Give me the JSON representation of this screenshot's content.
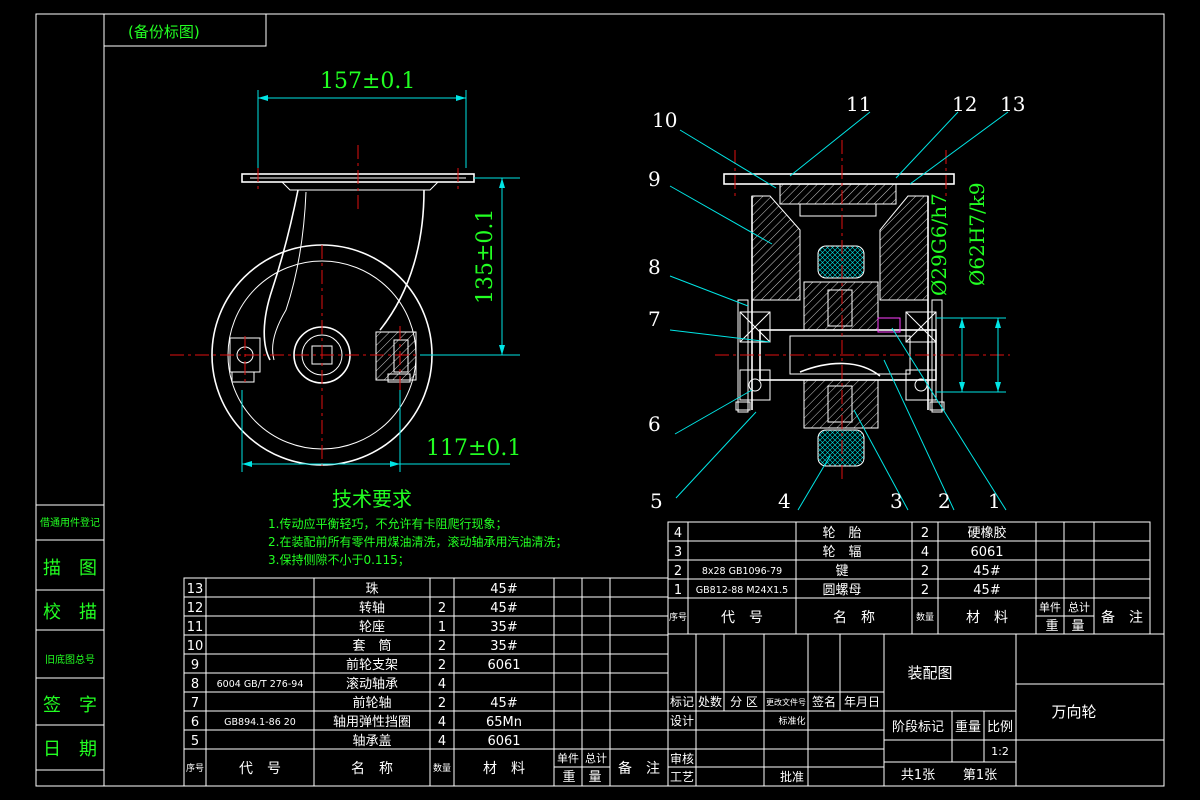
{
  "title_box": "(备份标图)",
  "side_labels": [
    "借通用件登记",
    "描　图",
    "校　描",
    "旧底图总号",
    "签　字",
    "日　期"
  ],
  "dims_side": {
    "width_top": "157±0.1",
    "height": "135±0.1",
    "offset": "117±0.1"
  },
  "dims_section": {
    "fit1": "Ø29G6/h7",
    "fit2": "Ø62H7/k9"
  },
  "balloons": [
    "1",
    "2",
    "3",
    "4",
    "5",
    "6",
    "7",
    "8",
    "9",
    "10",
    "11",
    "12",
    "13"
  ],
  "tech_req": {
    "title": "技术要求",
    "lines": [
      "1.传动应平衡轻巧，不允许有卡阻爬行现象；",
      "2.在装配前所有零件用煤油清洗，滚动轴承用汽油清洗；",
      "3.保持侧隙不小于0.115；"
    ]
  },
  "bom_right": [
    {
      "no": "4",
      "code": "",
      "name": "轮　胎",
      "qty": "2",
      "mat": "硬橡胶"
    },
    {
      "no": "3",
      "code": "",
      "name": "轮　辐",
      "qty": "4",
      "mat": "6061"
    },
    {
      "no": "2",
      "code": "8x28  GB1096-79",
      "name": "键",
      "qty": "2",
      "mat": "45#"
    },
    {
      "no": "1",
      "code": "GB812-88  M24X1.5",
      "name": "圆螺母",
      "qty": "2",
      "mat": "45#"
    }
  ],
  "bom_left": [
    {
      "no": "13",
      "code": "",
      "name": "珠",
      "qty": "",
      "mat": "45#"
    },
    {
      "no": "12",
      "code": "",
      "name": "转轴",
      "qty": "2",
      "mat": "45#"
    },
    {
      "no": "11",
      "code": "",
      "name": "轮座",
      "qty": "1",
      "mat": "35#"
    },
    {
      "no": "10",
      "code": "",
      "name": "套　筒",
      "qty": "2",
      "mat": "35#"
    },
    {
      "no": "9",
      "code": "",
      "name": "前轮支架",
      "qty": "2",
      "mat": "6061"
    },
    {
      "no": "8",
      "code": "6004 GB/T 276-94",
      "name": "滚动轴承",
      "qty": "4",
      "mat": ""
    },
    {
      "no": "7",
      "code": "",
      "name": "前轮轴",
      "qty": "2",
      "mat": "45#"
    },
    {
      "no": "6",
      "code": "GB894.1-86  20",
      "name": "轴用弹性挡圈",
      "qty": "4",
      "mat": "65Mn"
    },
    {
      "no": "5",
      "code": "",
      "name": "轴承盖",
      "qty": "4",
      "mat": "6061"
    }
  ],
  "bom_header": {
    "no": "序号",
    "code": "代　号",
    "name": "名　称",
    "qty": "数量",
    "mat": "材　料",
    "unit_w": "单件",
    "total_w": "总计",
    "weight": "重　量",
    "remark": "备　注"
  },
  "title_block": {
    "drawing_kind": "装配图",
    "part_name": "万向轮",
    "mark": "标记",
    "count": "处数",
    "zone": "分  区",
    "change_doc": "更改文件号",
    "sign": "签名",
    "date": "年月日",
    "design": "设计",
    "standard": "标准化",
    "check": "审核",
    "process": "工艺",
    "approve": "批准",
    "stage": "阶段标记",
    "weight": "重量",
    "scale_label": "比例",
    "scale": "1:2",
    "sheets_total": "共1张",
    "sheet_no": "第1张"
  },
  "colors": {
    "line": "#ffffff",
    "dimension": "#00e5e5",
    "centerline": "#e01010",
    "text_green": "#22ff22",
    "thread": "#ff40ff"
  }
}
